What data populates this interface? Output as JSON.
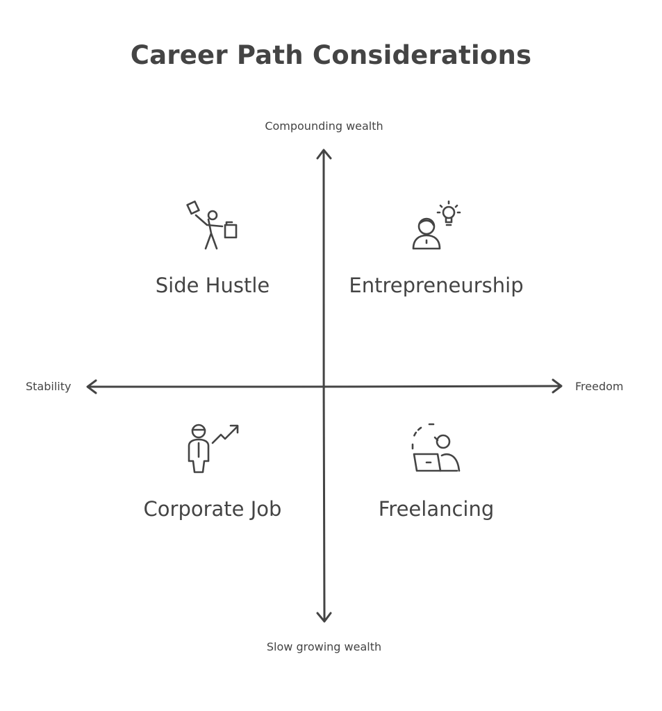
{
  "title": "Career Path Considerations",
  "axes": {
    "top": "Compounding wealth",
    "bottom": "Slow growing wealth",
    "left": "Stability",
    "right": "Freedom"
  },
  "quadrants": {
    "top_left": {
      "label": "Side Hustle",
      "icon": "person-juggling-icon"
    },
    "top_right": {
      "label": "Entrepreneurship",
      "icon": "person-lightbulb-icon"
    },
    "bottom_left": {
      "label": "Corporate Job",
      "icon": "businessman-growth-icon"
    },
    "bottom_right": {
      "label": "Freelancing",
      "icon": "person-laptop-icon"
    }
  },
  "colors": {
    "ink": "#444444",
    "background": "#ffffff"
  }
}
